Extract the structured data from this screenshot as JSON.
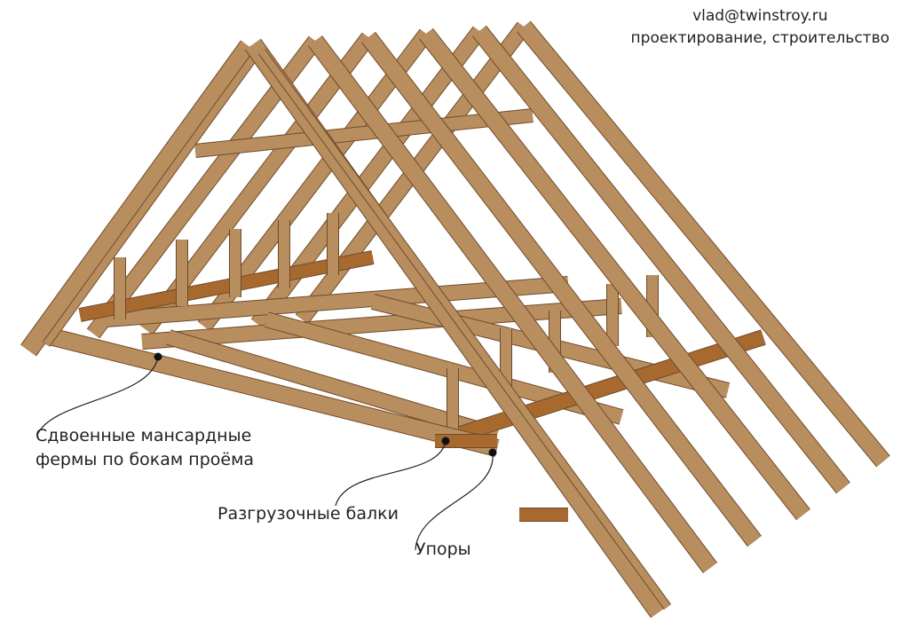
{
  "credit": {
    "email": "vlad@twinstroy.ru",
    "tagline": "проектирование, строительство"
  },
  "labels": {
    "doubled_trusses_line1": "Сдвоенные мансардные",
    "doubled_trusses_line2": "фермы по бокам проёма",
    "relief_beams": "Разгрузочные балки",
    "supports": "Упоры"
  },
  "colors": {
    "wood": "#b98e5f",
    "wood_dark": "#6e4a2a",
    "wood_beam": "#a8692f"
  }
}
